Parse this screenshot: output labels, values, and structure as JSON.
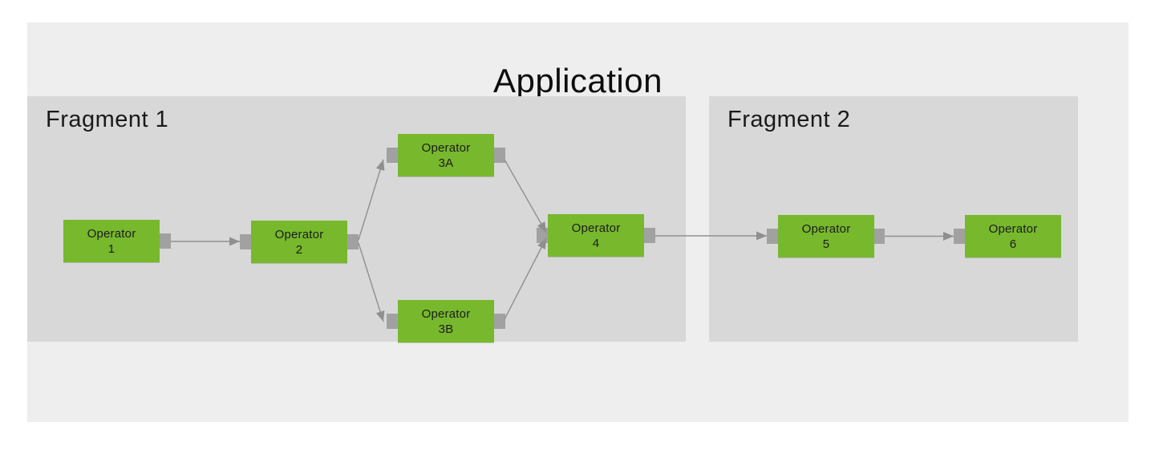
{
  "title": "Application",
  "fragments": [
    {
      "label": "Fragment 1"
    },
    {
      "label": "Fragment 2"
    }
  ],
  "operators": [
    {
      "name": "Operator",
      "id": "1",
      "fragment": "Fragment 1"
    },
    {
      "name": "Operator",
      "id": "2",
      "fragment": "Fragment 1"
    },
    {
      "name": "Operator",
      "id": "3A",
      "fragment": "Fragment 1"
    },
    {
      "name": "Operator",
      "id": "3B",
      "fragment": "Fragment 1"
    },
    {
      "name": "Operator",
      "id": "4",
      "fragment": "Fragment 1"
    },
    {
      "name": "Operator",
      "id": "5",
      "fragment": "Fragment 2"
    },
    {
      "name": "Operator",
      "id": "6",
      "fragment": "Fragment 2"
    }
  ],
  "connections": [
    {
      "from": "Operator 1",
      "to": "Operator 2"
    },
    {
      "from": "Operator 2",
      "to": "Operator 3A"
    },
    {
      "from": "Operator 2",
      "to": "Operator 3B"
    },
    {
      "from": "Operator 3A",
      "to": "Operator 4"
    },
    {
      "from": "Operator 3B",
      "to": "Operator 4"
    },
    {
      "from": "Operator 4",
      "to": "Operator 5"
    },
    {
      "from": "Operator 5",
      "to": "Operator 6"
    }
  ],
  "colors": {
    "canvas_bg": "#ffffff",
    "application_bg": "#eeeeee",
    "fragment_bg": "#d8d8d8",
    "operator_fill": "#77b82d",
    "port_fill": "#a1a1a1",
    "connector": "#8f8f8f",
    "text": "#1c1c1c"
  }
}
